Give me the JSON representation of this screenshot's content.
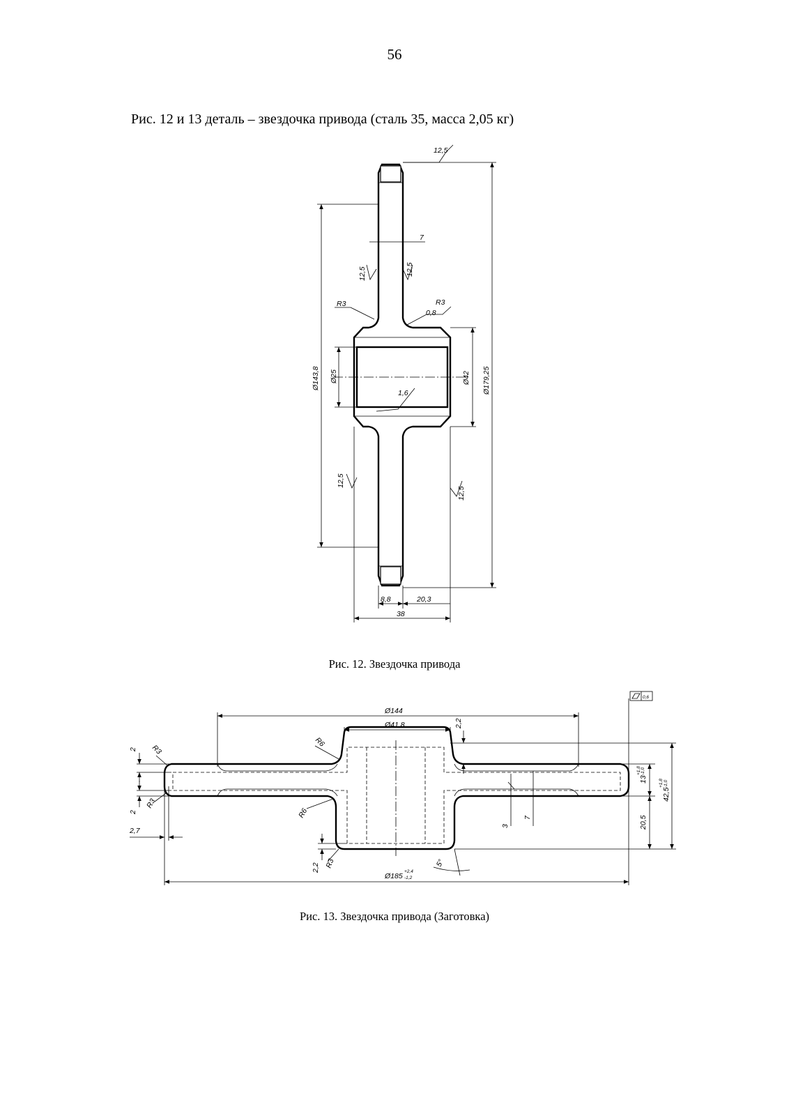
{
  "page": {
    "number": "56",
    "heading": "Рис. 12 и 13 деталь – звездочка привода (сталь 35, масса 2,05 кг)"
  },
  "figure12": {
    "caption": "Рис. 12. Звездочка привода",
    "labels": {
      "roughness_top": "12,5",
      "web_thickness": "7",
      "rough_left_upper": "12,5",
      "rough_right_upper": "12,5",
      "radius_left": "R3",
      "radius_right": "R3",
      "rough_hub": "0,8",
      "dia_143": "Ø143,8",
      "dia_25": "Ø25",
      "dia_42": "Ø42",
      "dia_179": "Ø179,25",
      "rough_bore": "1,6",
      "rough_left_lower": "12,5",
      "rough_right_lower": "12,5",
      "dim_8_8": "8,8",
      "dim_20_3": "20,3",
      "dim_38": "38"
    }
  },
  "figure13": {
    "caption": "Рис. 13. Звездочка привода (Заготовка)",
    "labels": {
      "flatness_value": "0,6",
      "dia_144": "Ø144",
      "dia_41_8": "Ø41,8",
      "dim_2_2_top": "2,2",
      "radius_r6_top": "R6",
      "radius_r6_bottom": "R6",
      "radius_r3_top": "R3",
      "radius_r3_mid": "R3",
      "radius_r3_bottom": "R3",
      "dim_2_top": "2",
      "dim_2_bottom": "2",
      "dim_2_7": "2,7",
      "dim_3": "3",
      "dim_7": "7",
      "dim_13": "13",
      "dim_13_tol_up": "+1,8",
      "dim_13_tol_low": "-1,0",
      "dim_20_5": "20,5",
      "dim_42_5": "42,5",
      "dim_42_5_tol_up": "+1,8",
      "dim_42_5_tol_low": "-1,0",
      "dim_2_2_bottom": "2,2",
      "angle_5": "5°",
      "dia_185": "Ø185",
      "dia_185_tol_up": "+2,4",
      "dia_185_tol_low": "-1,2"
    }
  }
}
